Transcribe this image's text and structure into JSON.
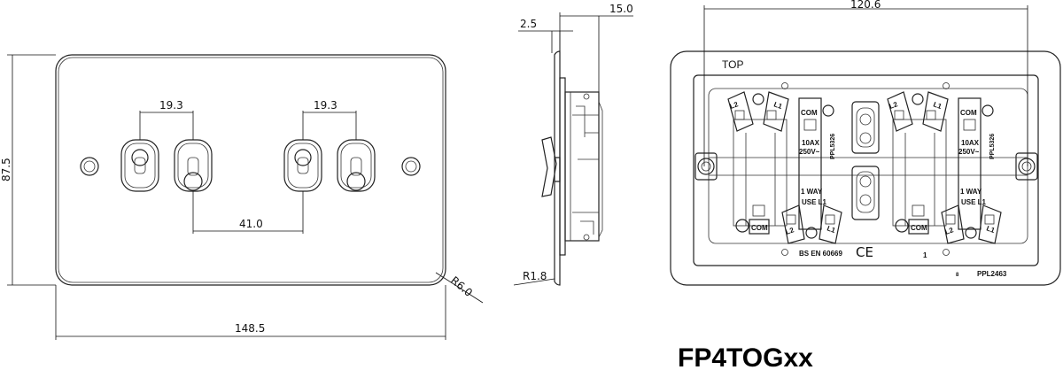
{
  "front_view": {
    "dim_toggle_pitch_left": "19.3",
    "dim_toggle_pitch_right": "19.3",
    "dim_gang_spacing": "41.0",
    "dim_height": "87.5",
    "dim_width": "148.5",
    "dim_corner_radius": "R6.0"
  },
  "side_view": {
    "dim_plate_thickness": "2.5",
    "dim_depth": "15.0",
    "dim_edge_radius": "R1.8"
  },
  "rear_view": {
    "dim_fixing_centres": "120.6",
    "top_label": "TOP",
    "terminal_l2": "L2",
    "terminal_l1": "L1",
    "terminal_com": "COM",
    "rating_current": "10AX",
    "rating_voltage": "250V~",
    "part_code": "PPL5326",
    "one_way_label": "1 WAY",
    "use_l1_label": "USE L1",
    "standard": "BS EN 60669",
    "ce_mark": "CE",
    "mould_number": "1",
    "plate_code": "PPL2463",
    "small_mark": "8"
  },
  "product_code": "FP4TOGxx"
}
